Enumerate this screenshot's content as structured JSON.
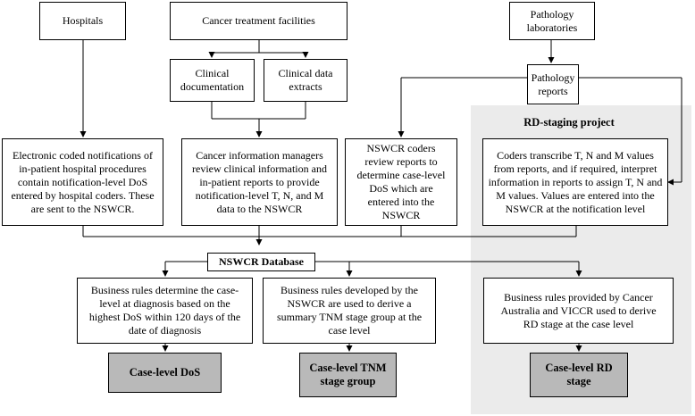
{
  "region": {
    "title": "RD-staging project"
  },
  "nodes": {
    "hospitals": "Hospitals",
    "cancer_facilities": "Cancer treatment facilities",
    "pathology_labs": "Pathology laboratories",
    "clinical_doc": "Clinical documentation",
    "clinical_extracts": "Clinical data extracts",
    "pathology_reports": "Pathology reports",
    "electronic_notifications": "Electronic coded notifications of in-patient hospital procedures contain notification-level DoS entered by hospital coders. These are sent to the NSWCR.",
    "cim_review": "Cancer information managers review clinical information and in-patient reports to provide notification-level T, N, and M data to the NSWCR",
    "coders_review": "NSWCR coders review reports to determine case-level DoS which are entered into the NSWCR",
    "coders_transcribe": "Coders transcribe T, N and M values from reports, and if required, interpret information in reports to assign T, N and M values. Values are entered into the NSWCR at the notification level",
    "database": "NSWCR Database",
    "rules_dos": "Business rules determine the case-level at diagnosis based on the highest DoS within 120 days of the date of diagnosis",
    "rules_tnm": "Business rules developed by the NSWCR are used to derive a summary TNM stage group at the case level",
    "rules_rd": "Business rules provided by Cancer Australia and VICCR used to derive RD stage at the case level",
    "out_dos": "Case-level DoS",
    "out_tnm": "Case-level TNM stage group",
    "out_rd": "Case-level RD stage"
  }
}
